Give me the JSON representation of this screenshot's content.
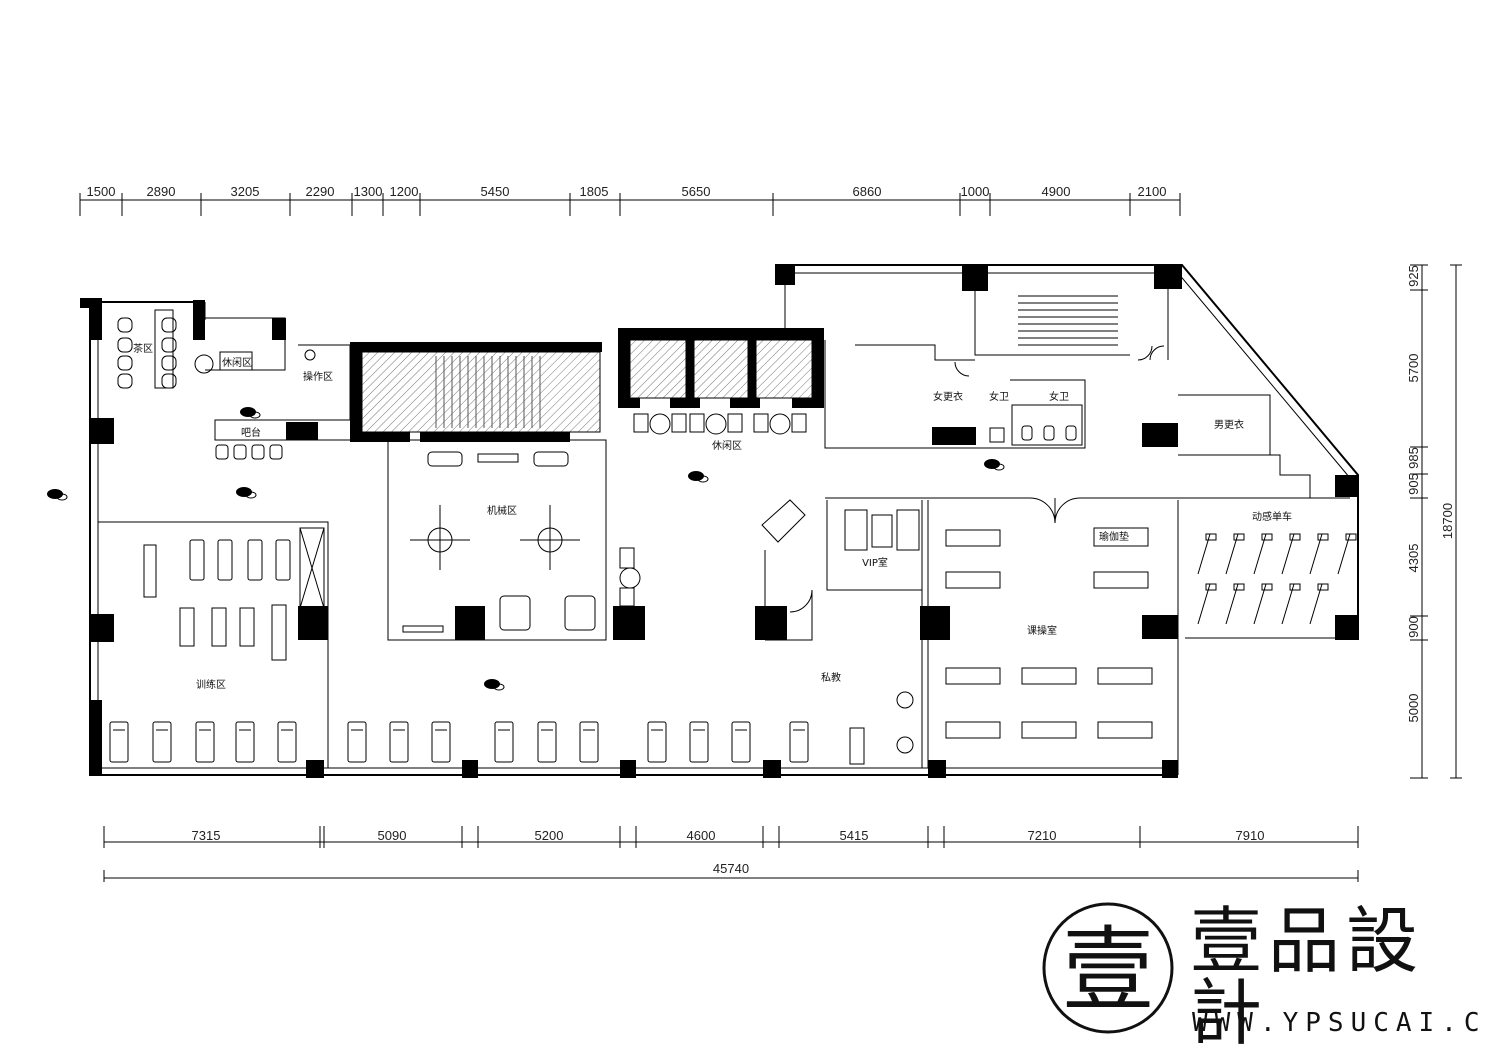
{
  "dimensions": {
    "top": [
      "1500",
      "2890",
      "3205",
      "2290",
      "1300",
      "1200",
      "5450",
      "1805",
      "5650",
      "6860",
      "1000",
      "4900",
      "2100"
    ],
    "bottom": [
      "7315",
      "5090",
      "5200",
      "4600",
      "5415",
      "7210",
      "7910"
    ],
    "total": "45740",
    "right": [
      "925",
      "5700",
      "985",
      "905",
      "4305",
      "900",
      "5000"
    ],
    "right_total": "18700"
  },
  "rooms": {
    "tea": "茶区",
    "lounge_small": "休闲区",
    "operation": "操作区",
    "bar": "吧台",
    "lounge": "休闲区",
    "machine": "机械区",
    "training": "训练区",
    "women_change": "女更衣",
    "women_wc1": "女卫",
    "women_wc2": "女卫",
    "men_change": "男更衣",
    "spin": "动感单车",
    "yoga": "瑜伽垫",
    "vip": "VIP室",
    "class": "课操室",
    "private": "私教"
  },
  "logo": {
    "mark": "壹",
    "name": "壹品設計",
    "url": "WWW.YPSUCAI.COM"
  }
}
